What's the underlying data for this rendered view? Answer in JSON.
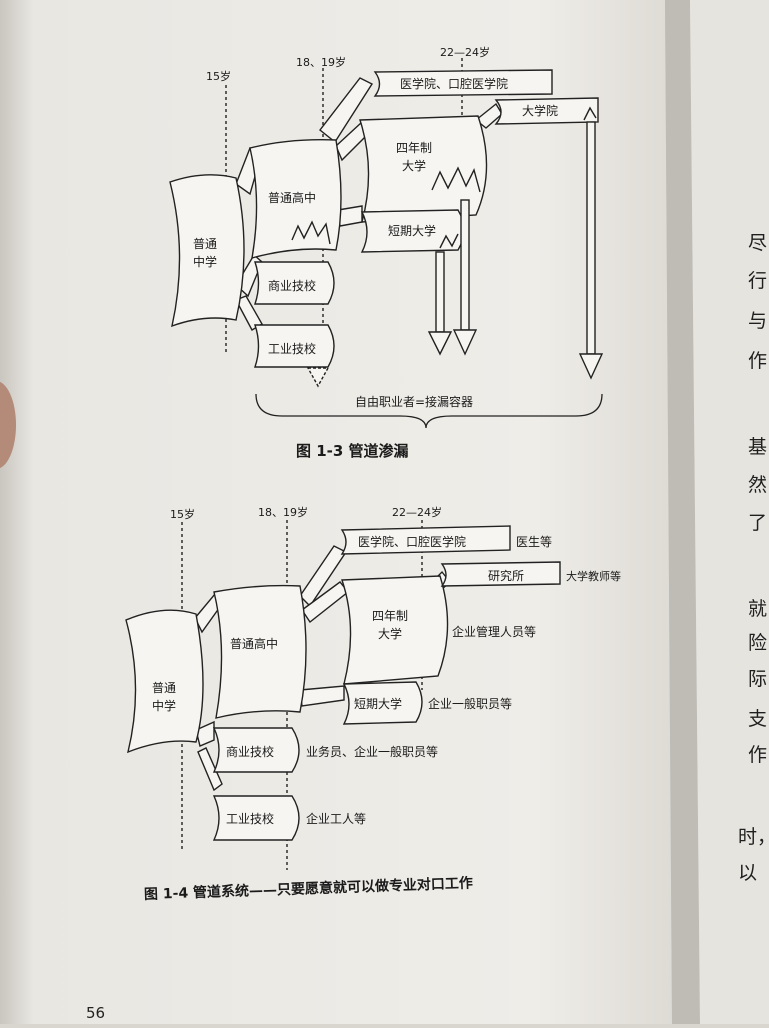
{
  "figure1": {
    "ages": {
      "a15": "15岁",
      "a18": "18、19岁",
      "a22": "22—24岁"
    },
    "boxes": {
      "middle": [
        "普通",
        "中学"
      ],
      "high": "普通高中",
      "commerce": "商业技校",
      "industry": "工业技校",
      "uni": [
        "四年制",
        "大学"
      ],
      "junior": "短期大学",
      "medical": "医学院、口腔医学院",
      "grad": "大学院"
    },
    "bottom": "自由职业者=接漏容器",
    "caption": "图 1-3    管道渗漏"
  },
  "figure2": {
    "ages": {
      "a15": "15岁",
      "a18": "18、19岁",
      "a22": "22—24岁"
    },
    "boxes": {
      "middle": [
        "普通",
        "中学"
      ],
      "high": "普通高中",
      "commerce": "商业技校",
      "industry": "工业技校",
      "uni": [
        "四年制",
        "大学"
      ],
      "junior": "短期大学",
      "medical": "医学院、口腔医学院",
      "institute": "研究所"
    },
    "outcomes": {
      "medical": "医生等",
      "institute": "大学教师等",
      "uni": "企业管理人员等",
      "junior": "企业一般职员等",
      "commerce": "业务员、企业一般职员等",
      "industry": "企业工人等"
    },
    "caption": "图 1-4    管道系统——只要愿意就可以做专业对口工作"
  },
  "side_text": [
    "尽",
    "行",
    "与",
    "作",
    "基",
    "然",
    "了",
    "就",
    "险",
    "际",
    "支",
    "作",
    "时，",
    "以"
  ],
  "page_number": "56"
}
